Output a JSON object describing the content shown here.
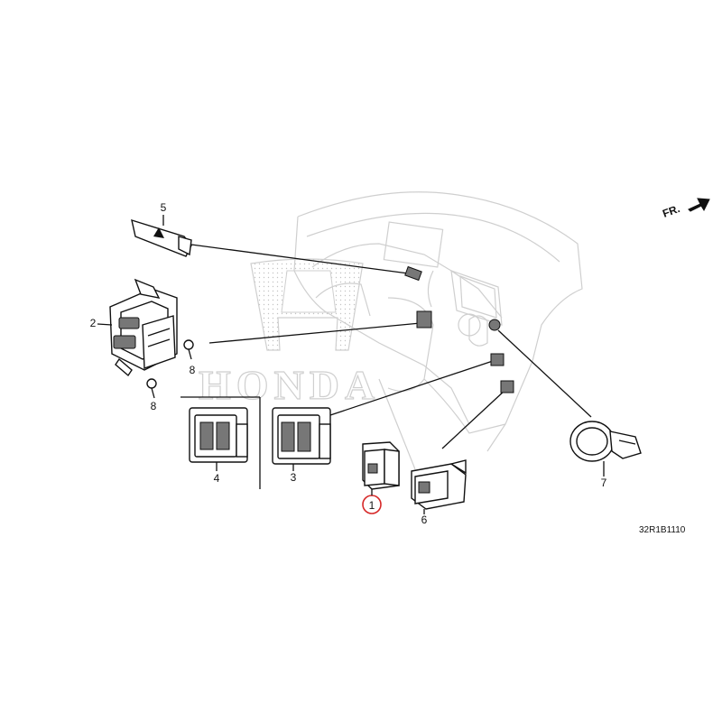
{
  "diagram": {
    "direction_label": "FR.",
    "diagram_code": "32R1B1110",
    "watermark_text": "HONDA",
    "parts": [
      {
        "number": "1",
        "highlighted": true
      },
      {
        "number": "2"
      },
      {
        "number": "3"
      },
      {
        "number": "4"
      },
      {
        "number": "5"
      },
      {
        "number": "6"
      },
      {
        "number": "7"
      },
      {
        "number": "8"
      },
      {
        "number": "8"
      }
    ],
    "highlight_color": "#d62828"
  }
}
